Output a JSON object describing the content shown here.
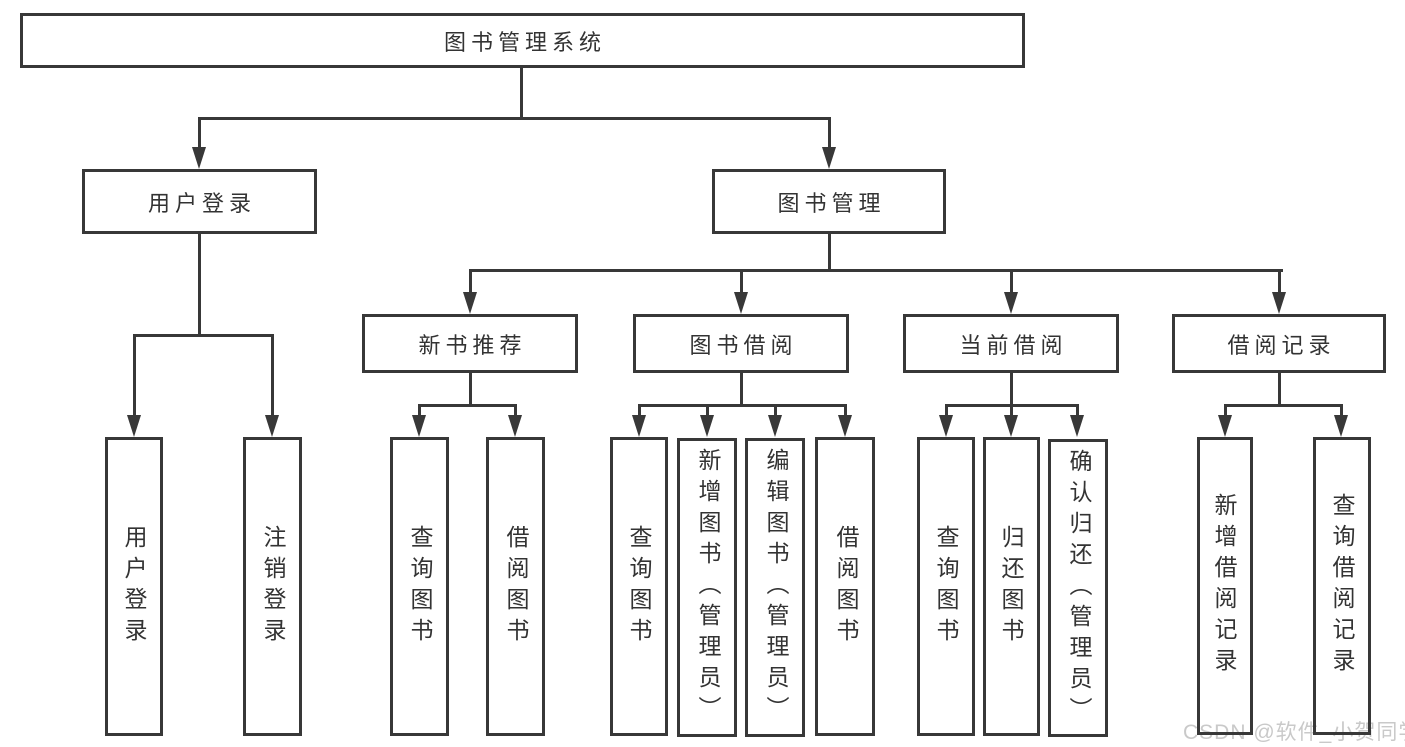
{
  "diagram": {
    "type": "hierarchy-tree",
    "title": "图书管理系统",
    "watermark": "CSDN @软件_小贺同学",
    "colors": {
      "line": "#383838",
      "text": "#333333",
      "watermark": "#c9c9c9",
      "background": "#ffffff"
    },
    "tree": {
      "label": "图书管理系统",
      "children": [
        {
          "label": "用户登录",
          "children": [
            {
              "label": "用户登录"
            },
            {
              "label": "注销登录"
            }
          ]
        },
        {
          "label": "图书管理",
          "children": [
            {
              "label": "新书推荐",
              "children": [
                {
                  "label": "查询图书"
                },
                {
                  "label": "借阅图书"
                }
              ]
            },
            {
              "label": "图书借阅",
              "children": [
                {
                  "label": "查询图书"
                },
                {
                  "label": "新增图书（管理员）"
                },
                {
                  "label": "编辑图书（管理员）"
                },
                {
                  "label": "借阅图书"
                }
              ]
            },
            {
              "label": "当前借阅",
              "children": [
                {
                  "label": "查询图书"
                },
                {
                  "label": "归还图书"
                },
                {
                  "label": "确认归还（管理员）"
                }
              ]
            },
            {
              "label": "借阅记录",
              "children": [
                {
                  "label": "新增借阅记录"
                },
                {
                  "label": "查询借阅记录"
                }
              ]
            }
          ]
        }
      ]
    }
  }
}
